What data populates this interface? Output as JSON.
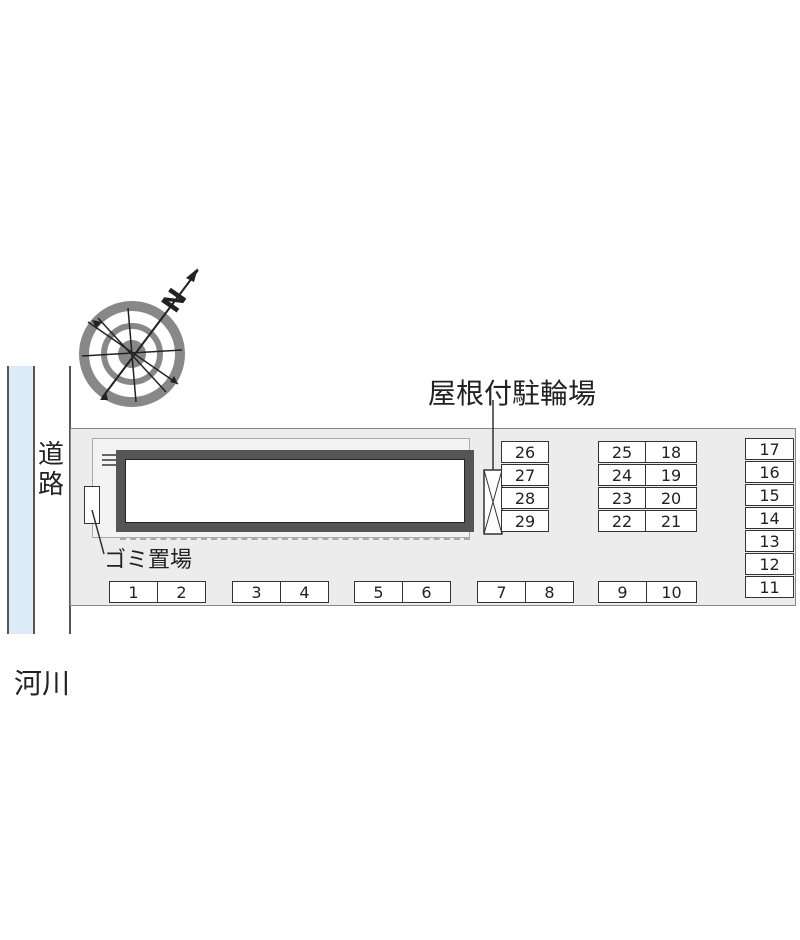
{
  "map": {
    "road_label_1": "道",
    "road_label_2": "路",
    "river_label": "河川",
    "bike_parking_label": "屋根付駐輪場",
    "garbage_label": "ゴミ置場",
    "compass_label": "N"
  },
  "parking": {
    "bottom_row": [
      "1",
      "2",
      "3",
      "4",
      "5",
      "6",
      "7",
      "8",
      "9",
      "10"
    ],
    "right_column": [
      "17",
      "16",
      "15",
      "14",
      "13",
      "12",
      "11"
    ],
    "mid_left_column": [
      "25",
      "24",
      "23",
      "22"
    ],
    "mid_right_column": [
      "18",
      "19",
      "20",
      "21"
    ],
    "left_column": [
      "26",
      "27",
      "28",
      "29"
    ]
  },
  "colors": {
    "river": "#ddeaf8",
    "lot": "#ececec",
    "building_border": "#555555"
  }
}
